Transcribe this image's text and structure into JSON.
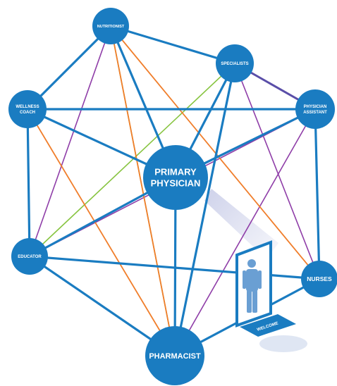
{
  "diagram": {
    "colors": {
      "node": "#1a7cc1",
      "edge_main": "#1a7cc1",
      "edge_purple": "#8f3ea8",
      "edge_orange": "#f07e2b",
      "edge_green": "#87c440",
      "edge_indigo": "#5a4ea8",
      "light_beam": "#c9cde8",
      "person": "#6a9fd3",
      "shadow": "#dfe6f3"
    },
    "nodes": [
      {
        "id": "nutritionist",
        "label": [
          "NUTRITIONIST"
        ]
      },
      {
        "id": "specialists",
        "label": [
          "SPECIALISTS"
        ]
      },
      {
        "id": "physician-assistant",
        "label": [
          "PHYSICIAN",
          "ASSISTANT"
        ]
      },
      {
        "id": "wellness-coach",
        "label": [
          "WELLNESS",
          "COACH"
        ]
      },
      {
        "id": "primary-physician",
        "label": [
          "PRIMARY",
          "PHYSICIAN"
        ]
      },
      {
        "id": "educator",
        "label": [
          "EDUCATOR"
        ]
      },
      {
        "id": "nurses",
        "label": [
          "NURSES"
        ]
      },
      {
        "id": "pharmacist",
        "label": [
          "PHARMACIST"
        ]
      }
    ],
    "edges": [
      {
        "from": "nutritionist",
        "to": "specialists",
        "color": "edge_main"
      },
      {
        "from": "specialists",
        "to": "physician-assistant",
        "color": "edge_indigo"
      },
      {
        "from": "nutritionist",
        "to": "wellness-coach",
        "color": "edge_main"
      },
      {
        "from": "wellness-coach",
        "to": "educator",
        "color": "edge_main"
      },
      {
        "from": "educator",
        "to": "pharmacist",
        "color": "edge_main"
      },
      {
        "from": "pharmacist",
        "to": "nurses",
        "color": "edge_main"
      },
      {
        "from": "nurses",
        "to": "physician-assistant",
        "color": "edge_main"
      },
      {
        "from": "primary-physician",
        "to": "wellness-coach",
        "color": "edge_main"
      },
      {
        "from": "primary-physician",
        "to": "specialists",
        "color": "edge_main"
      },
      {
        "from": "primary-physician",
        "to": "physician-assistant",
        "color": "edge_main"
      },
      {
        "from": "primary-physician",
        "to": "educator",
        "color": "edge_main"
      },
      {
        "from": "primary-physician",
        "to": "pharmacist",
        "color": "edge_main"
      },
      {
        "from": "primary-physician",
        "to": "nutritionist",
        "color": "edge_main"
      },
      {
        "from": "nutritionist",
        "to": "educator",
        "color": "edge_purple"
      },
      {
        "from": "nutritionist",
        "to": "pharmacist",
        "color": "edge_green"
      },
      {
        "from": "nutritionist",
        "to": "nurses",
        "color": "edge_orange"
      },
      {
        "from": "nutritionist",
        "to": "pharmacist",
        "color": "edge_orange"
      },
      {
        "from": "wellness-coach",
        "to": "pharmacist",
        "color": "edge_orange"
      },
      {
        "from": "wellness-coach",
        "to": "physician-assistant",
        "color": "edge_main"
      },
      {
        "from": "specialists",
        "to": "educator",
        "color": "edge_green"
      },
      {
        "from": "specialists",
        "to": "pharmacist",
        "color": "edge_purple"
      },
      {
        "from": "specialists",
        "to": "nurses",
        "color": "edge_purple"
      },
      {
        "from": "specialists",
        "to": "pharmacist",
        "color": "edge_main"
      },
      {
        "from": "physician-assistant",
        "to": "educator",
        "color": "edge_purple"
      },
      {
        "from": "physician-assistant",
        "to": "pharmacist",
        "color": "edge_purple"
      },
      {
        "from": "educator",
        "to": "nurses",
        "color": "edge_main"
      }
    ],
    "door": {
      "mat_label": "WELCOME"
    }
  }
}
